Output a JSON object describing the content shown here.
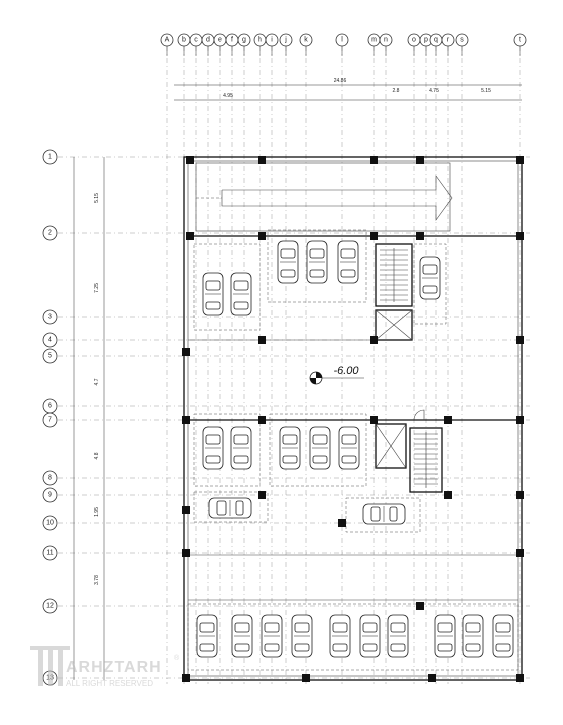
{
  "level_label": "-6.00",
  "overall_dimension": "24.86",
  "column_axes": [
    "A",
    "b",
    "c",
    "d",
    "e",
    "f",
    "g",
    "h",
    "i",
    "j",
    "k",
    "l",
    "m",
    "n",
    "o",
    "p",
    "q",
    "r",
    "s",
    "t"
  ],
  "row_axes": [
    "1",
    "2",
    "3",
    "4",
    "5",
    "6",
    "7",
    "8",
    "9",
    "10",
    "11",
    "12",
    "13"
  ],
  "top_dimensions": [
    "4.95",
    "2.8",
    "4.75",
    "5.15"
  ],
  "left_dimensions": [
    "5.15",
    "7.25",
    "4.7",
    "4.8",
    "1.95",
    "3.78"
  ],
  "watermark": {
    "brand": "ARHZTARH",
    "registered": "®",
    "tagline": "ALL RIGHT RESERVED"
  }
}
